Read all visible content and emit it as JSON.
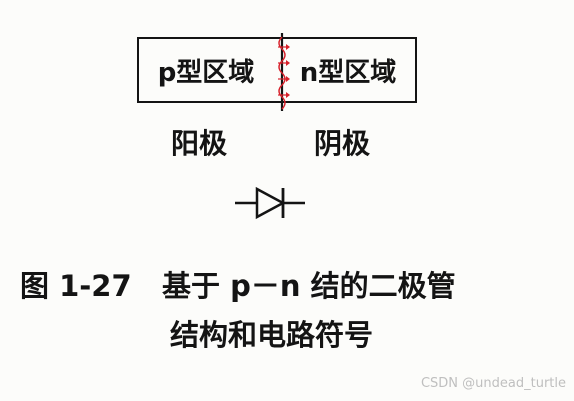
{
  "junction": {
    "p_region": "p型区域",
    "n_region": "n型区域"
  },
  "electrodes": {
    "anode": "阳极",
    "cathode": "阴极"
  },
  "caption": {
    "figure_label": "图 1-27",
    "line1": "基于 p－n 结的二极管",
    "line2": "结构和电路符号"
  },
  "watermark": "CSDN @undead_turtle",
  "colors": {
    "ink": "#141414",
    "junction_arrows": "#d8202a",
    "watermark": "#bfbfbf"
  }
}
